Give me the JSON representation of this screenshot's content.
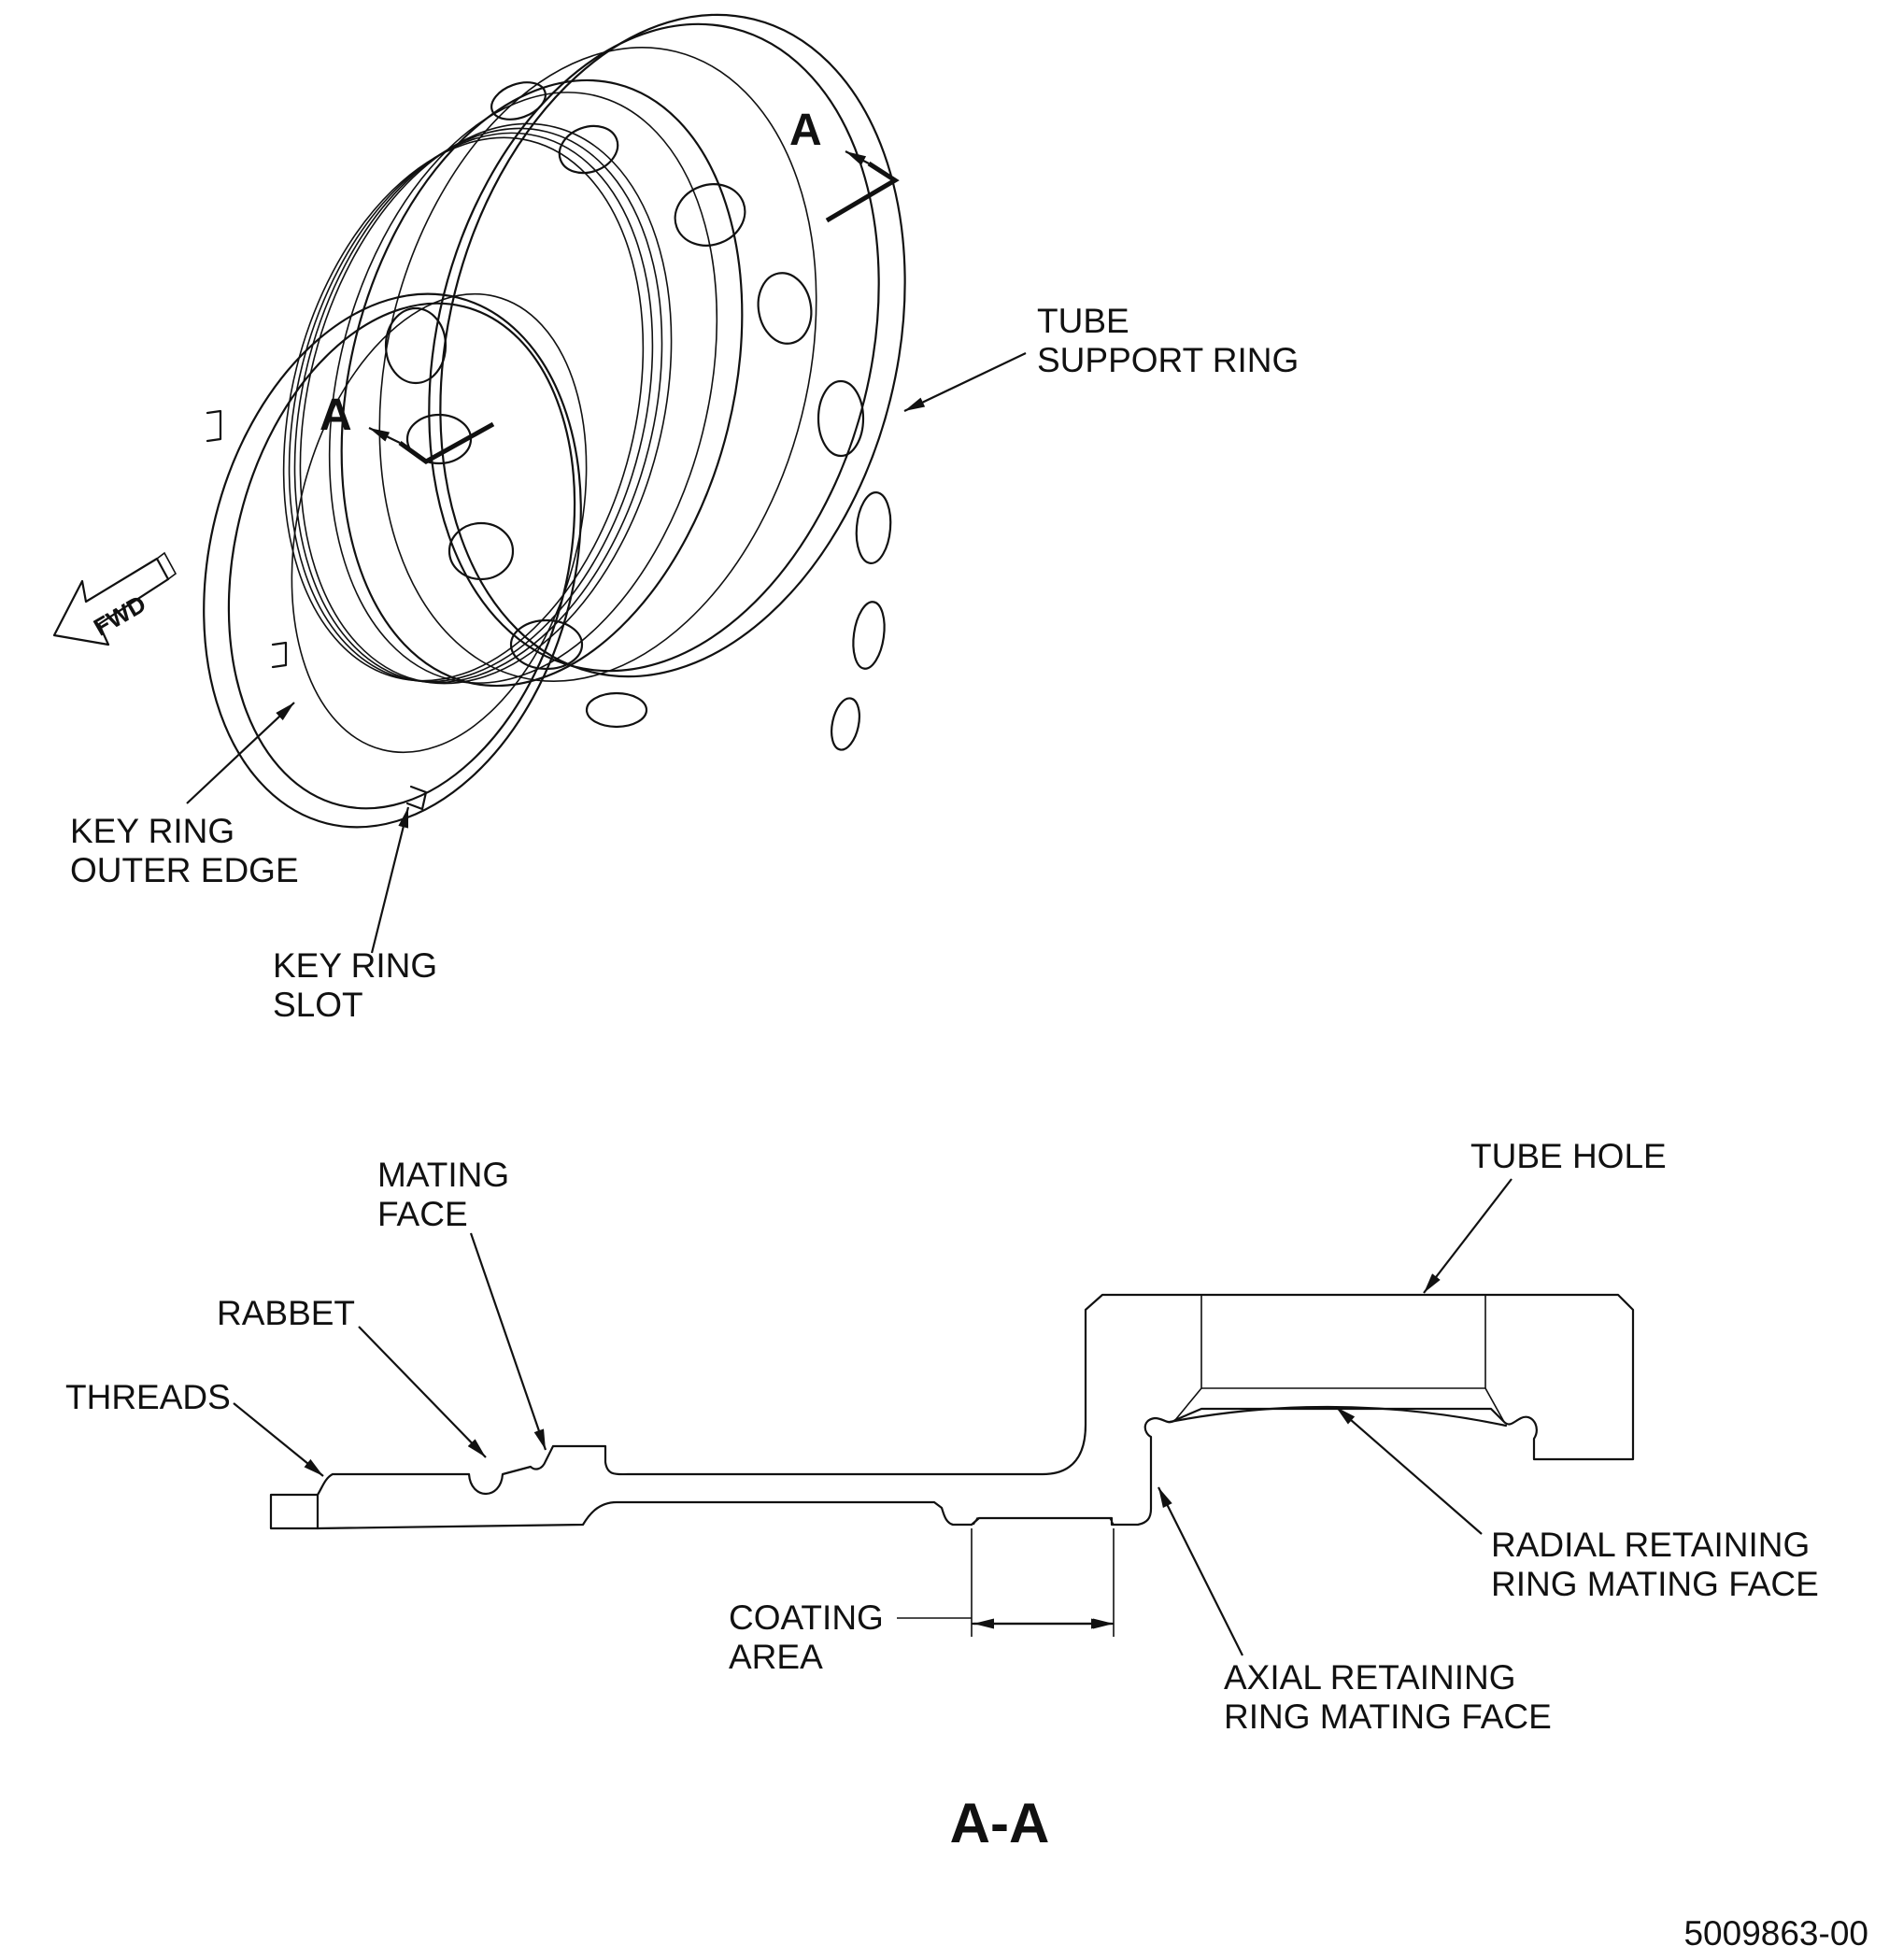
{
  "iso_view": {
    "section_marker_top": "A",
    "section_marker_bottom": "A",
    "fwd_label": "FWD",
    "tube_support_ring": [
      "TUBE",
      "SUPPORT RING"
    ],
    "key_ring_outer_edge": [
      "KEY RING",
      "OUTER EDGE"
    ],
    "key_ring_slot": [
      "KEY RING",
      "SLOT"
    ]
  },
  "section_view": {
    "tube_hole": "TUBE HOLE",
    "mating_face": [
      "MATING",
      "FACE"
    ],
    "rabbet": "RABBET",
    "threads": "THREADS",
    "radial_retaining": [
      "RADIAL RETAINING",
      "RING MATING FACE"
    ],
    "coating_area": [
      "COATING",
      "AREA"
    ],
    "axial_retaining": [
      "AXIAL RETAINING",
      "RING MATING FACE"
    ],
    "title": "A-A"
  },
  "figure_number": "5009863-00"
}
